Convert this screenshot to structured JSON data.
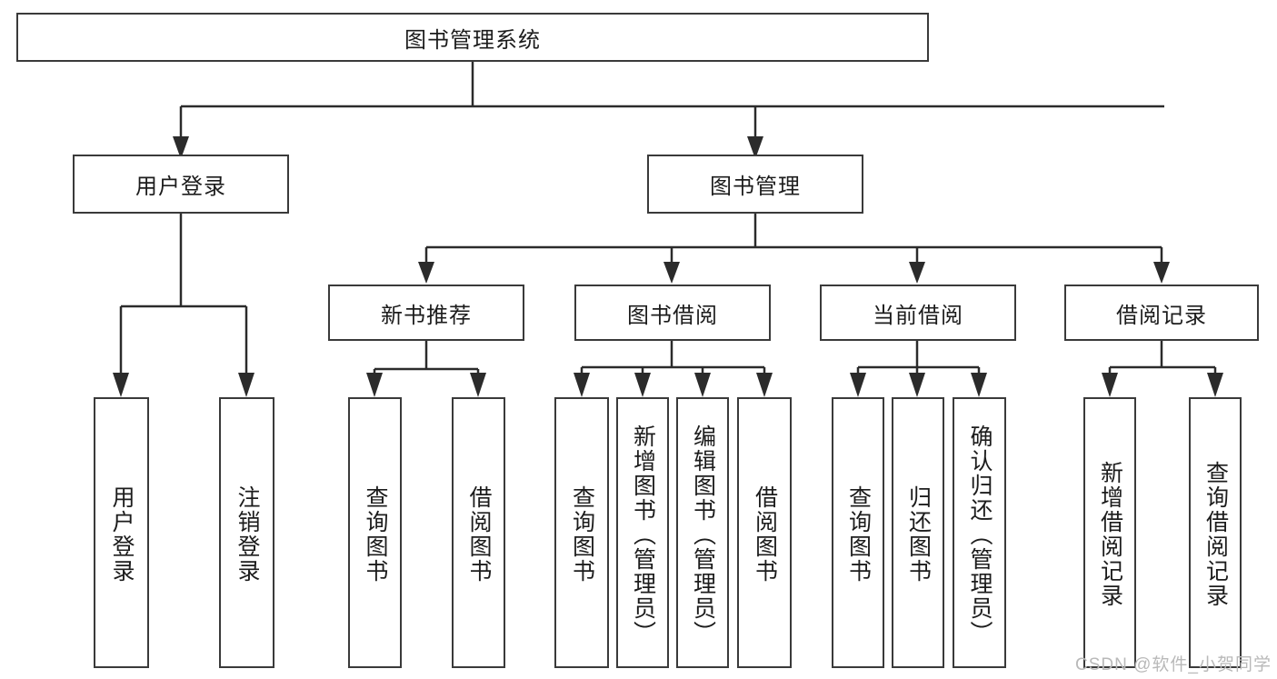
{
  "diagram": {
    "type": "tree-hierarchy-flowchart",
    "title": "图书管理系统",
    "watermark": "CSDN @软件_小贺同学",
    "colors": {
      "box_border": "#3a3a3a",
      "box_fill": "#ffffff",
      "line": "#2b2b2b",
      "text": "#1c1c1c",
      "watermark": "#b9b9b9",
      "background": "#ffffff"
    },
    "levels": {
      "root": {
        "label": "图书管理系统",
        "orientation": "horizontal"
      },
      "level1": [
        {
          "label": "用户登录",
          "orientation": "horizontal"
        },
        {
          "label": "图书管理",
          "orientation": "horizontal"
        }
      ],
      "level2": [
        {
          "label": "新书推荐",
          "orientation": "horizontal",
          "parent": "图书管理"
        },
        {
          "label": "图书借阅",
          "orientation": "horizontal",
          "parent": "图书管理"
        },
        {
          "label": "当前借阅",
          "orientation": "horizontal",
          "parent": "图书管理"
        },
        {
          "label": "借阅记录",
          "orientation": "horizontal",
          "parent": "图书管理"
        }
      ],
      "leaves": [
        {
          "label": "用户登录",
          "orientation": "vertical",
          "parent": "用户登录"
        },
        {
          "label": "注销登录",
          "orientation": "vertical",
          "parent": "用户登录"
        },
        {
          "label": "查询图书",
          "orientation": "vertical",
          "parent": "新书推荐"
        },
        {
          "label": "借阅图书",
          "orientation": "vertical",
          "parent": "新书推荐"
        },
        {
          "label": "查询图书",
          "orientation": "vertical",
          "parent": "图书借阅"
        },
        {
          "label": "新增图书（管理员）",
          "orientation": "vertical",
          "parent": "图书借阅"
        },
        {
          "label": "编辑图书（管理员）",
          "orientation": "vertical",
          "parent": "图书借阅"
        },
        {
          "label": "借阅图书",
          "orientation": "vertical",
          "parent": "图书借阅"
        },
        {
          "label": "查询图书",
          "orientation": "vertical",
          "parent": "当前借阅"
        },
        {
          "label": "归还图书",
          "orientation": "vertical",
          "parent": "当前借阅"
        },
        {
          "label": "确认归还（管理员）",
          "orientation": "vertical",
          "parent": "当前借阅"
        },
        {
          "label": "新增借阅记录",
          "orientation": "vertical",
          "parent": "借阅记录"
        },
        {
          "label": "查询借阅记录",
          "orientation": "vertical",
          "parent": "借阅记录"
        }
      ]
    }
  }
}
